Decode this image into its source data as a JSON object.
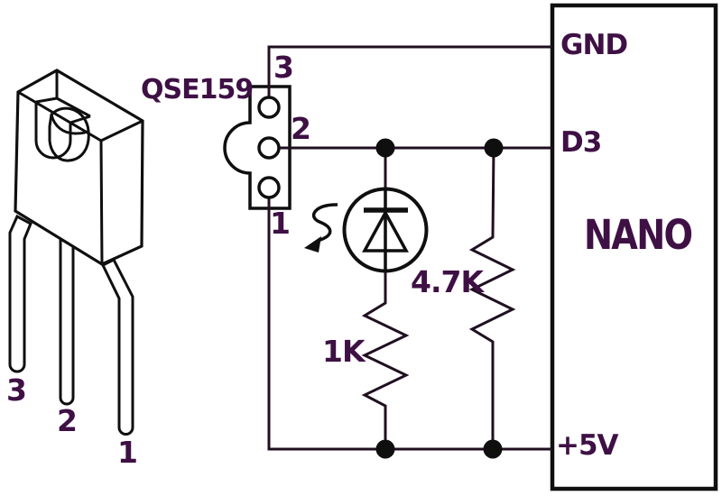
{
  "diagram": {
    "component_label": "QSE159",
    "connector_pins": [
      "3",
      "2",
      "1"
    ],
    "sensor_leg_labels": [
      "3",
      "2",
      "1"
    ],
    "resistors": {
      "r1": "1K",
      "r2": "4.7K"
    },
    "nano": {
      "title": "NANO",
      "pin_gnd": "GND",
      "pin_d3": "D3",
      "pin_5v": "+5V"
    },
    "icons": [
      "photo-sensor-3d-icon",
      "connector-symbol-icon",
      "led-diode-icon",
      "emission-arrow-icon",
      "resistor-zigzag-icon",
      "junction-dot-icon"
    ]
  },
  "colors": {
    "label_text": "#3e1044",
    "wire": "#201020",
    "outline": "#0f0f0f",
    "background": "#ffffff"
  }
}
